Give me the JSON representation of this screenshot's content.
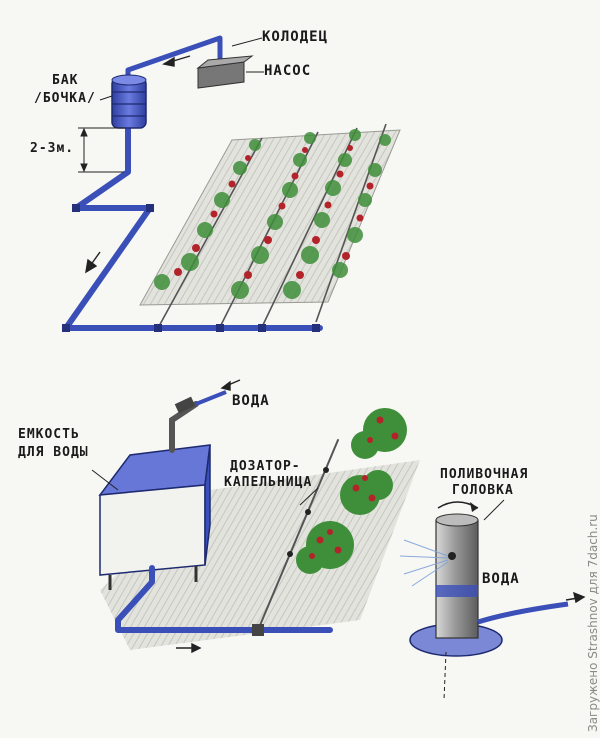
{
  "labels": {
    "well": "КОЛОДЕЦ",
    "pump": "НАСОС",
    "tank_line1": "БАК",
    "tank_line2": "/БОЧКА/",
    "height": "2-3м.",
    "water_top": "ВОДА",
    "container_line1": "ЕМКОСТЬ",
    "container_line2": "ДЛЯ ВОДЫ",
    "dripper_line1": "ДОЗАТОР-",
    "dripper_line2": "КАПЕЛЬНИЦА",
    "head_line1": "ПОЛИВОЧНАЯ",
    "head_line2": "ГОЛОВКА",
    "water_right": "ВОДА"
  },
  "watermark": "Загружено Strashnov для 7dach.ru",
  "colors": {
    "pipe": "#3b4fb8",
    "pipe_dark": "#24307a",
    "tank": "#4a5ccc",
    "plant_green": "#3f8f3a",
    "plant_red": "#b3242a",
    "ground": "#d2d2cc"
  }
}
